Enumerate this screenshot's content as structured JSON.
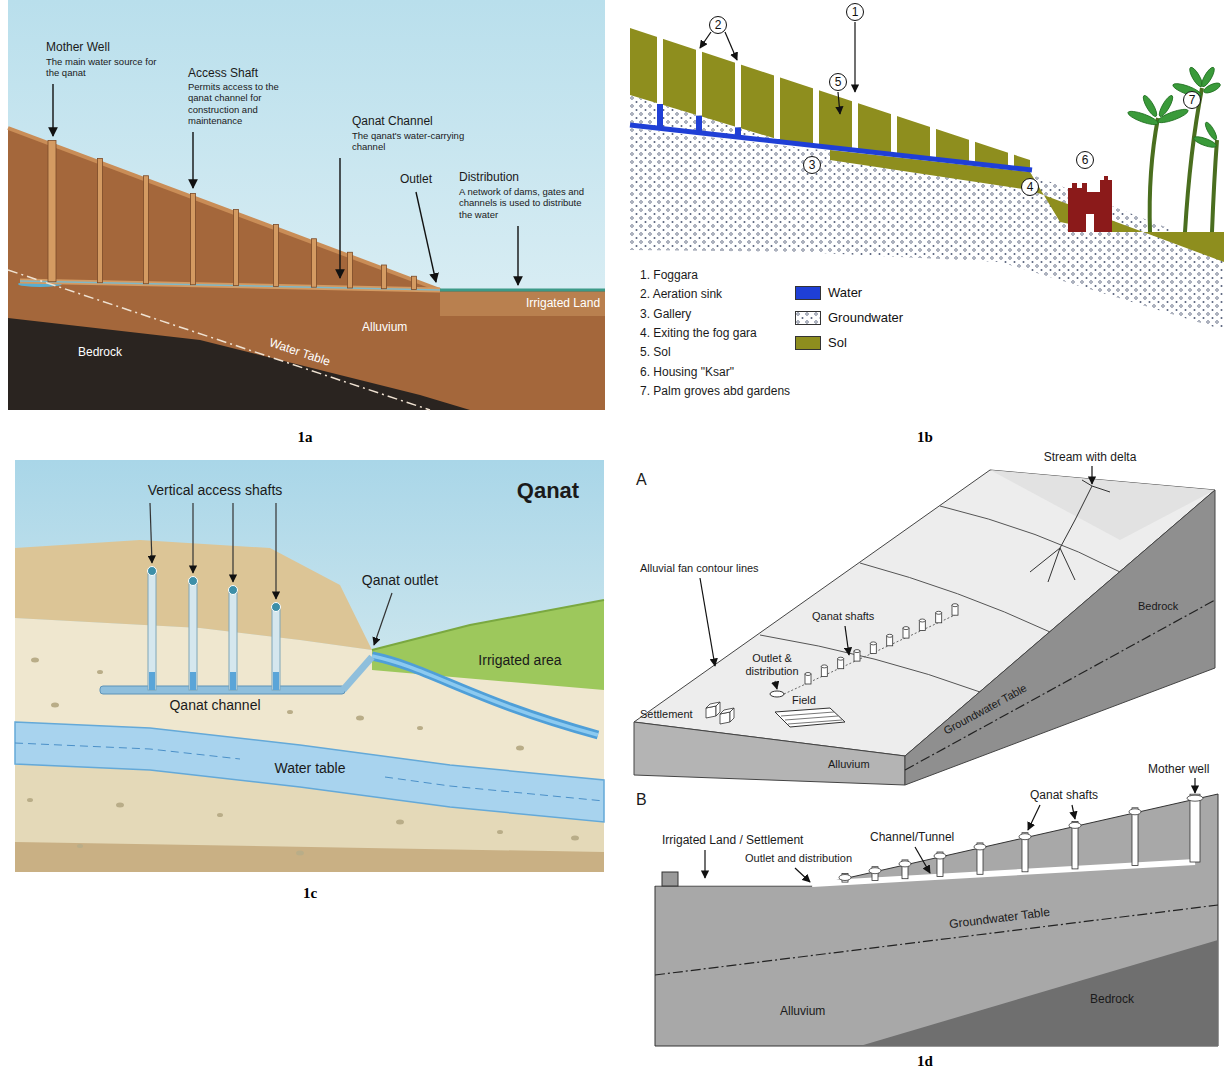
{
  "diagram": {
    "nodes": [
      {
        "text": [
          "2"
        ]
      },
      {
        "text": [
          "1"
        ]
      },
      {
        "text": [
          "5"
        ]
      },
      {
        "text": [
          "3"
        ]
      },
      {
        "text": [
          "4"
        ]
      },
      {
        "text": [
          "6"
        ]
      },
      {
        "text": [
          "7"
        ]
      }
    ],
    "labels": [
      "Mother Well",
      "The main water source for the qanat",
      "Access Shaft",
      "Permits access to the qanat channel for construction and maintenance",
      "Qanat Channel",
      "The qanat's water-carrying channel",
      "Distribution",
      "A network of dams, gates and channels is used to distribute the water",
      "Outlet",
      "Irrigated Land",
      "Alluvium",
      "Bedrock",
      "Water Table",
      "1a",
      "1. Foggara",
      "2. Aeration sink",
      "3. Gallery",
      "4. Exiting the fog gara",
      "5. Sol",
      "6. Housing \"Ksar\"",
      "7. Palm groves abd gardens",
      "1b",
      "Vertical access shafts",
      "Qanat",
      "Qanat outlet",
      "Irrigated area",
      "Qanat channel",
      "Water table",
      "1c",
      "A",
      "Stream with delta",
      "Alluvial fan contour lines",
      "Qanat shafts",
      "Outlet & distribution",
      "Settlement",
      "Field",
      "Bedrock",
      "Alluvium",
      "Groundwater Table",
      "B",
      "Mother well",
      "Qanat shafts",
      "Irrigated Land / Settlement",
      "Channel/Tunnel",
      "Outlet and distribution",
      "Groundwater Table",
      "Alluvium",
      "Bedrock",
      "1d"
    ],
    "legend": [
      {
        "text": "Water",
        "color": "#1f3fd6"
      },
      {
        "text": "Groundwater"
      },
      {
        "text": "Sol",
        "color": "#8e8e1e"
      }
    ]
  }
}
